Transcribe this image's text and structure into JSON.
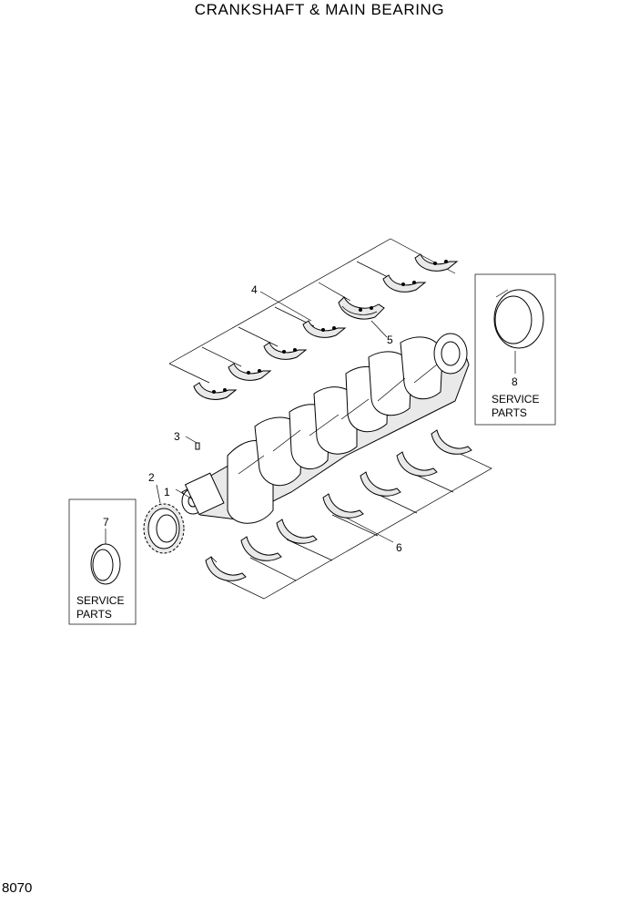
{
  "title": "CRANKSHAFT & MAIN BEARING",
  "page_number": "8070",
  "callouts": {
    "c1": "1",
    "c2": "2",
    "c3": "3",
    "c4": "4",
    "c5": "5",
    "c6": "6",
    "c7": "7",
    "c8": "8"
  },
  "service_boxes": {
    "left": {
      "line1": "SERVICE",
      "line2": "PARTS"
    },
    "right": {
      "line1": "SERVICE",
      "line2": "PARTS"
    }
  }
}
